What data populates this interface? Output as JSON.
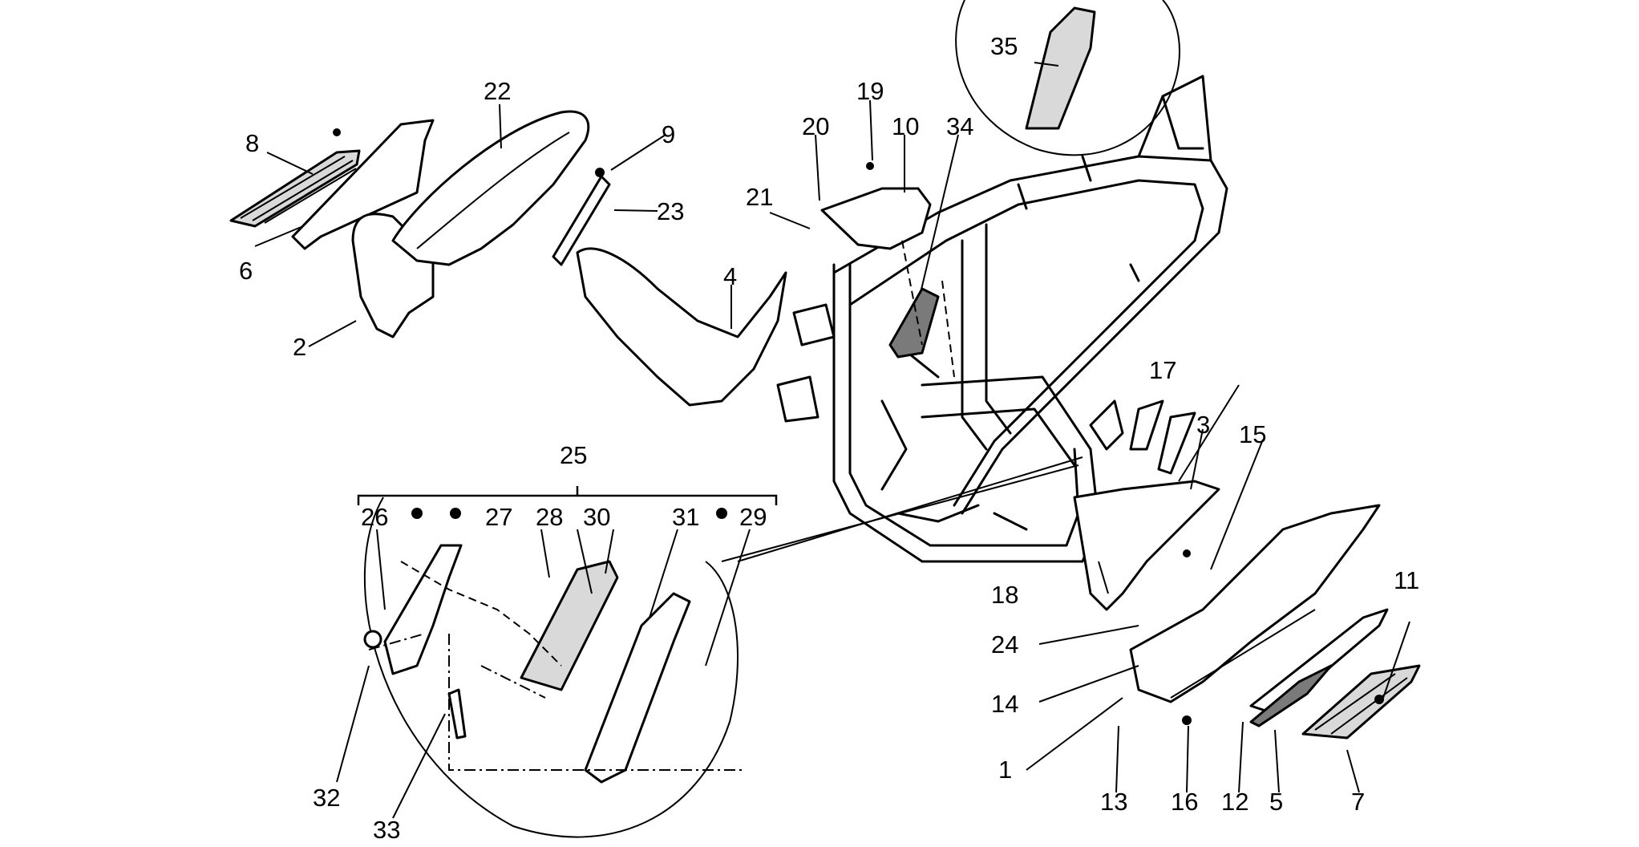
{
  "diagram": {
    "background": "#ffffff",
    "ink": "#000000",
    "callouts": {
      "p1": "1",
      "p2": "2",
      "p3": "3",
      "p4": "4",
      "p5": "5",
      "p6": "6",
      "p7": "7",
      "p8": "8",
      "p9": "9",
      "p10": "10",
      "p11": "11",
      "p12": "12",
      "p13": "13",
      "p14": "14",
      "p15": "15",
      "p16": "16",
      "p17": "17",
      "p18": "18",
      "p19": "19",
      "p20": "20",
      "p21": "21",
      "p22": "22",
      "p23": "23",
      "p24": "24",
      "p25": "25",
      "p26": "26",
      "p27": "27",
      "p28": "28",
      "p29": "29",
      "p30": "30",
      "p31": "31",
      "p32": "32",
      "p33": "33",
      "p34": "34",
      "p35": "35"
    }
  }
}
